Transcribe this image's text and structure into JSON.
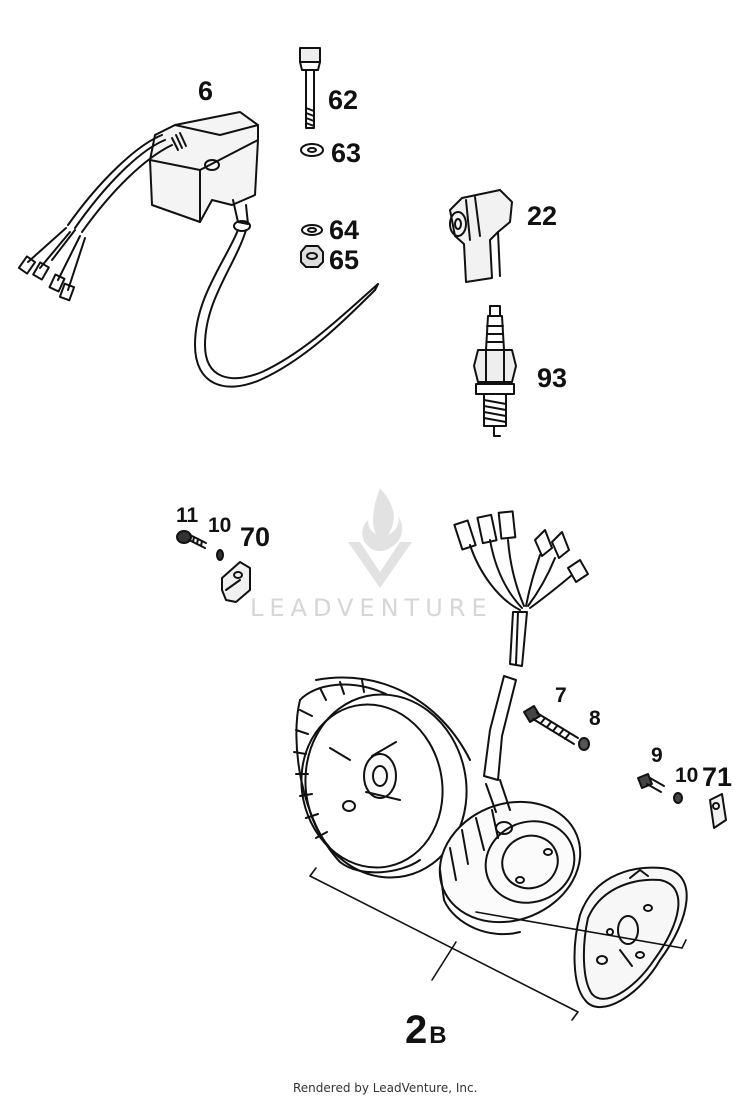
{
  "callouts": {
    "p6": "6",
    "p62": "62",
    "p63": "63",
    "p64": "64",
    "p65": "65",
    "p22": "22",
    "p93": "93",
    "p11": "11",
    "p10a": "10",
    "p70": "70",
    "p7": "7",
    "p8": "8",
    "p9": "9",
    "p10b": "10",
    "p71": "71",
    "p2b_num": "2",
    "p2b_letter": "B"
  },
  "watermark": {
    "text": "LEADVENTURE"
  },
  "footer": {
    "text": "Rendered by LeadVenture, Inc."
  },
  "colors": {
    "line": "#111111",
    "watermark": "#d6d6d6",
    "background": "#ffffff"
  }
}
